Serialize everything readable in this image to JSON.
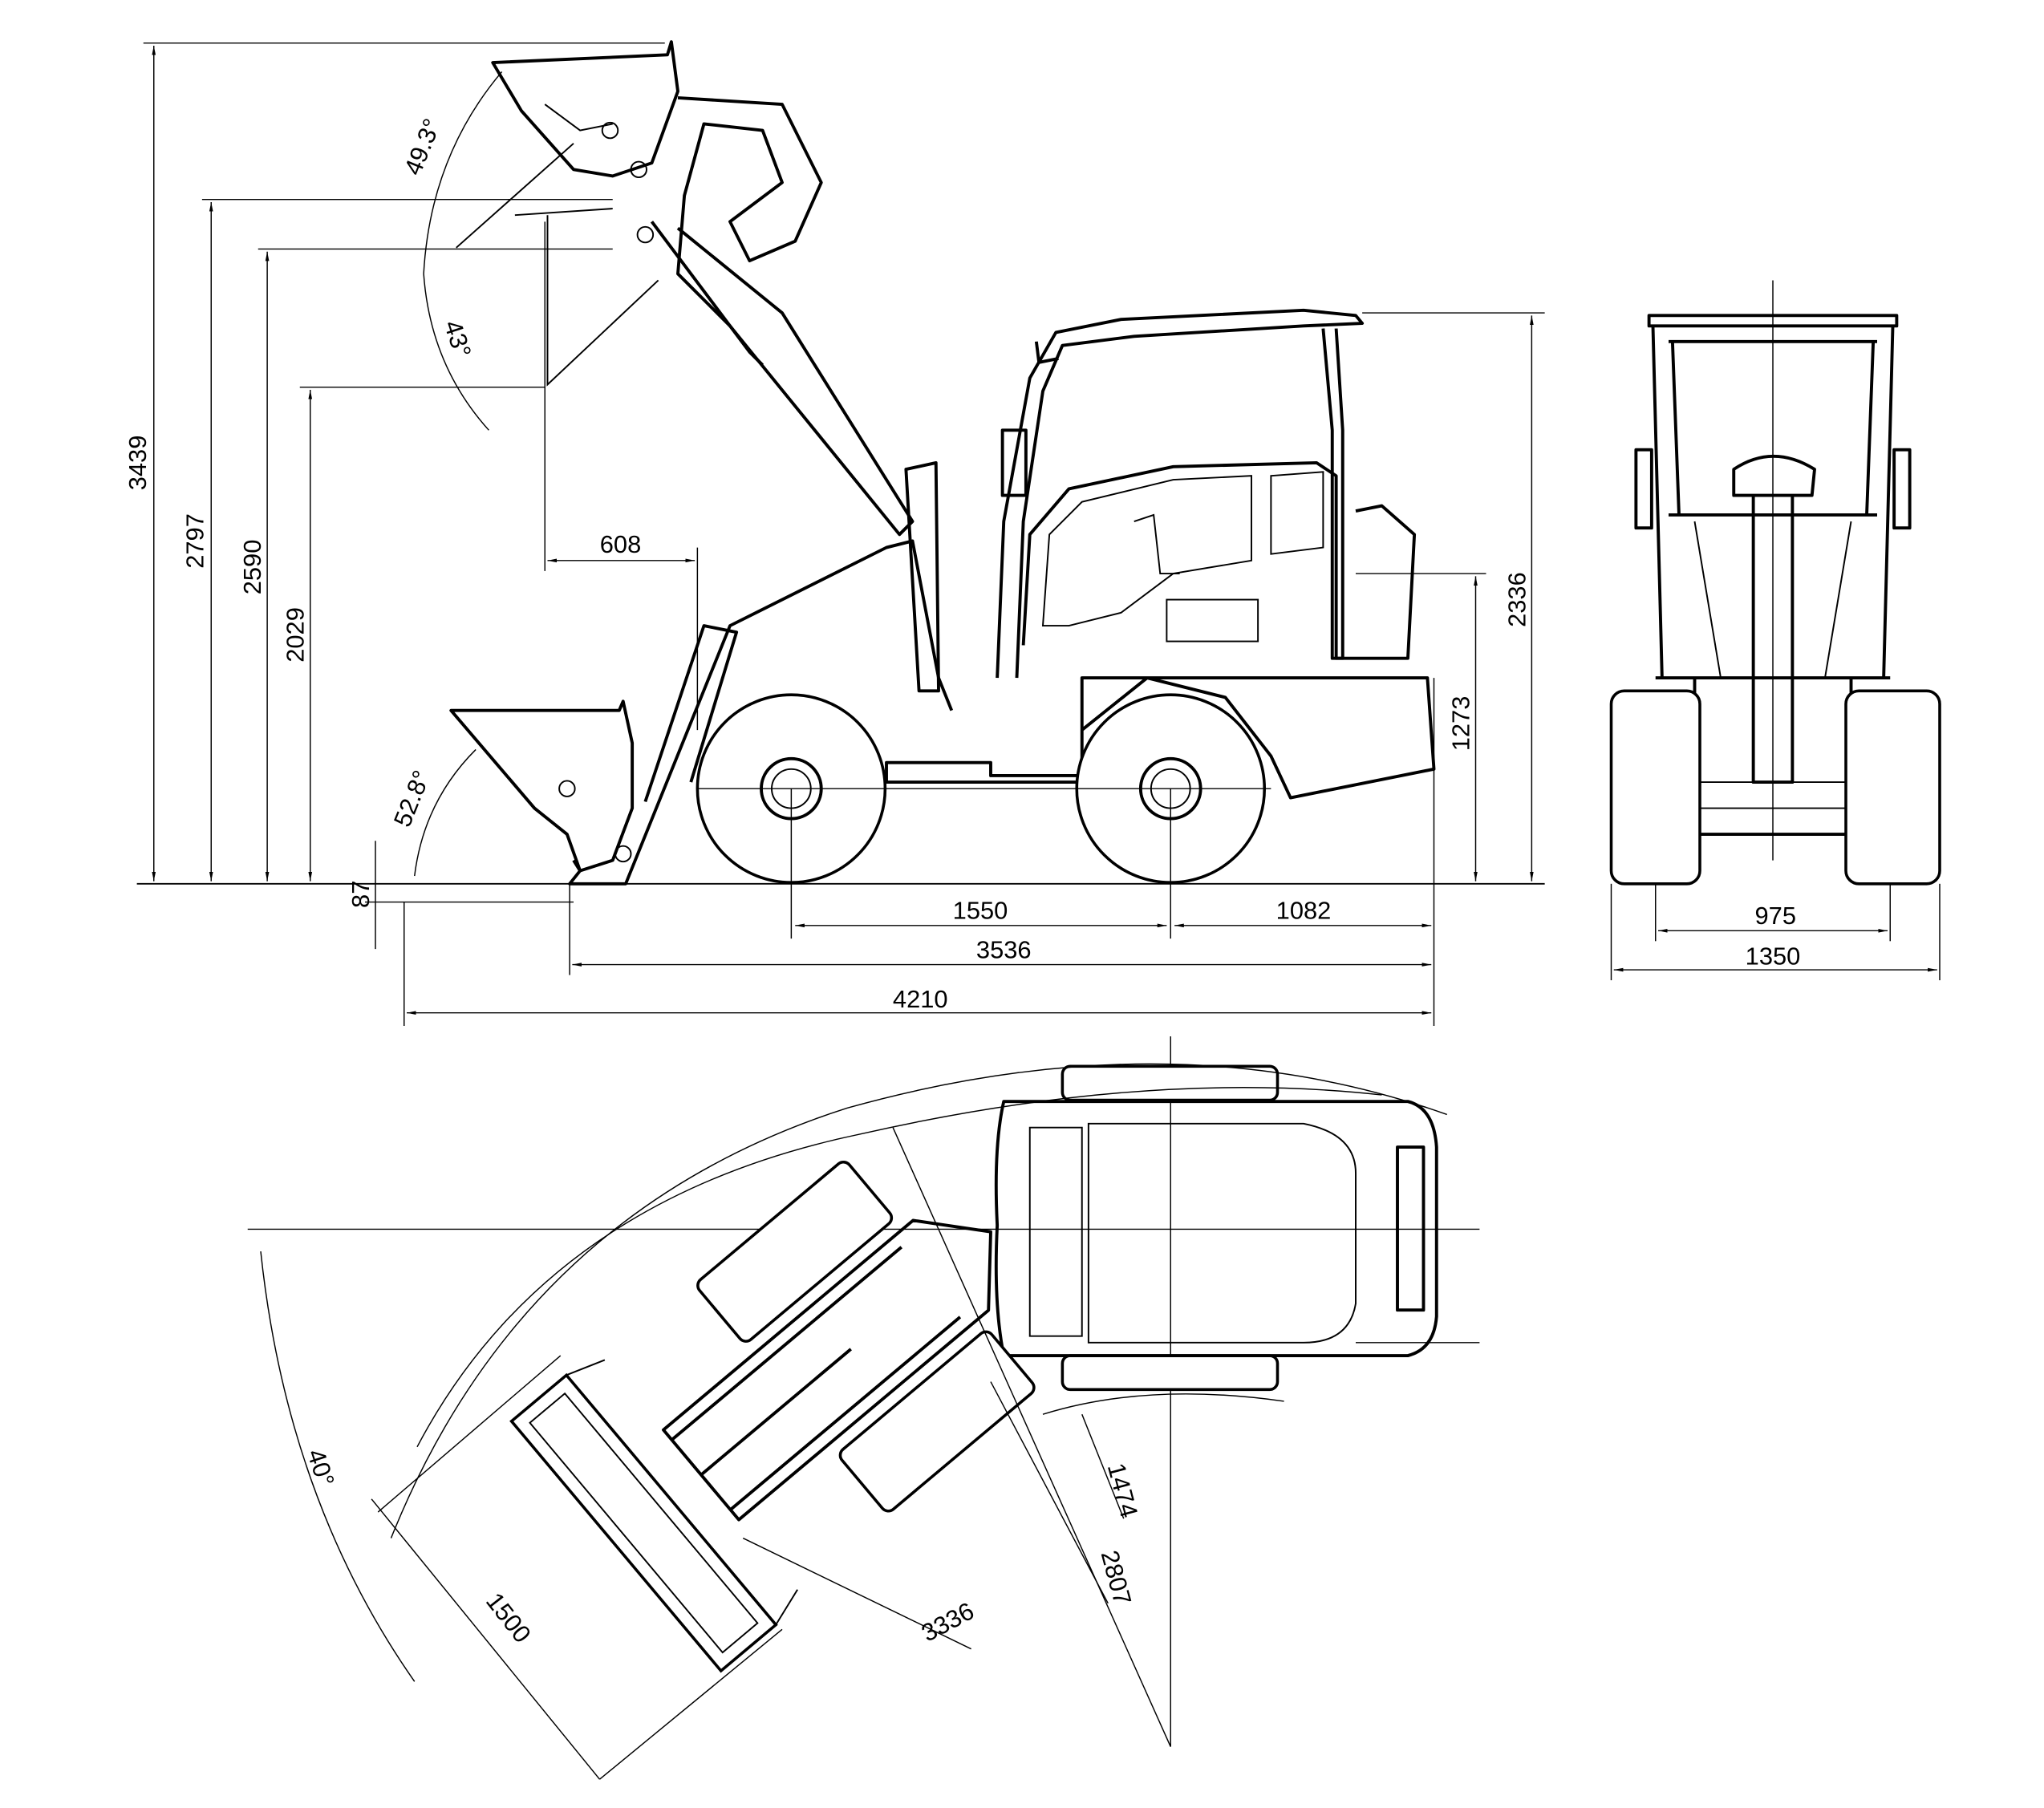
{
  "side_view": {
    "heights": {
      "max_bucket_pin": "3439",
      "dump_height": "2797",
      "height_2590": "2590",
      "dump_clearance": "2029"
    },
    "dump_reach": "608",
    "angles": {
      "rollback_top": "49.3°",
      "dump_angle": "43°",
      "rollback_ground": "52.8°"
    },
    "dig_depth": "87",
    "wheelbase": "1550",
    "rear_overhang": "1082",
    "length_without_bucket": "3536",
    "overall_length": "4210",
    "overall_height": "2336",
    "hood_height": "1273"
  },
  "front_view": {
    "track_width": "975",
    "overall_width": "1350"
  },
  "top_view": {
    "articulation_angle": "40°",
    "bucket_width": "1500",
    "outer_radius": "3336",
    "outside_wheel_radius": "2807",
    "inner_radius": "1474"
  }
}
